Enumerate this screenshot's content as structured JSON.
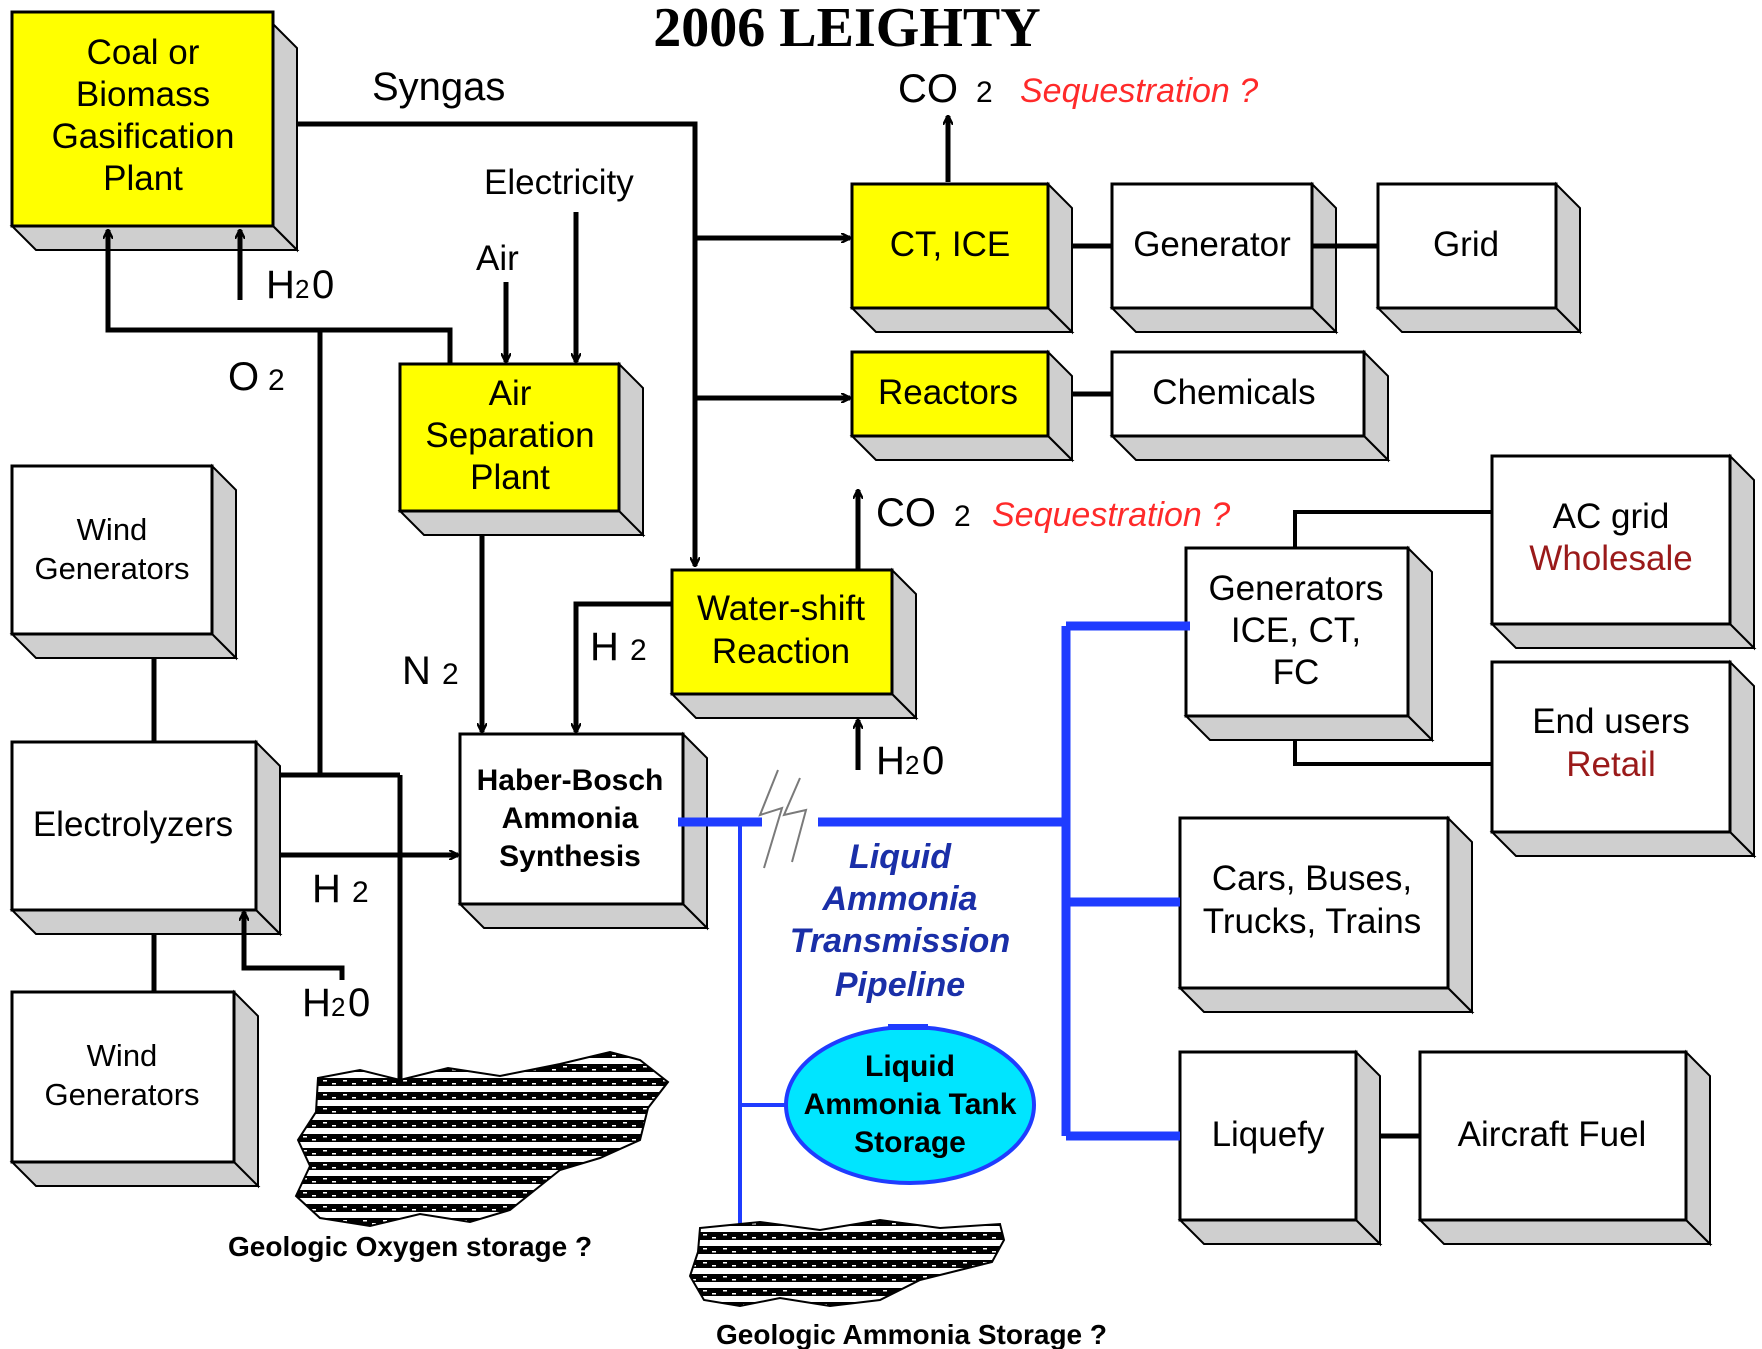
{
  "title": "2006 LEIGHTY",
  "boxes": {
    "gasification": [
      "Coal or",
      "Biomass",
      "Gasification",
      "Plant"
    ],
    "air_separation": [
      "Air",
      "Separation",
      "Plant"
    ],
    "ct_ice": "CT, ICE",
    "reactors": "Reactors",
    "water_shift": [
      "Water-shift",
      "Reaction"
    ],
    "generator": "Generator",
    "grid": "Grid",
    "chemicals": "Chemicals",
    "wind_top": [
      "Wind",
      "Generators"
    ],
    "wind_bottom": [
      "Wind",
      "Generators"
    ],
    "electrolyzers": "Electrolyzers",
    "haber_bosch": [
      "Haber-Bosch",
      "Ammonia",
      "Synthesis"
    ],
    "generators_ice": [
      "Generators",
      "ICE, CT,",
      "FC"
    ],
    "ac_grid": "AC grid",
    "wholesale": "Wholesale",
    "end_users": "End users",
    "retail": "Retail",
    "cars": [
      "Cars, Buses,",
      "Trucks, Trains"
    ],
    "liquefy": "Liquefy",
    "aircraft_fuel": "Aircraft Fuel",
    "tank_storage": [
      "Liquid",
      "Ammonia Tank",
      "Storage"
    ]
  },
  "labels": {
    "syngas": "Syngas",
    "electricity": "Electricity",
    "air": "Air",
    "co2_main": "CO",
    "co2_sub": "2",
    "sequestration": "Sequestration ?",
    "h2o_main_a": "H",
    "h2o_sub": "2",
    "h2o_main_b": "0",
    "o2_main": "O",
    "o2_sub": "2",
    "n2_main": "N",
    "n2_sub": "2",
    "h2_main": "H",
    "h2_sub": "2",
    "pipeline": [
      "Liquid",
      "Ammonia",
      "Transmission",
      "Pipeline"
    ],
    "geo_oxygen": "Geologic Oxygen storage ?",
    "geo_ammonia": "Geologic Ammonia Storage ?"
  },
  "colors": {
    "process_box": "#ffff00",
    "plain_box": "#ffffff",
    "shadow": "#cfcfcf",
    "pipeline_blue": "#1f3cff",
    "tank_fill": "#00e5ff",
    "sequestration_red": "#ff2a2a",
    "market_red": "#9a1a1a",
    "pipeline_text": "#1a2fa8"
  }
}
